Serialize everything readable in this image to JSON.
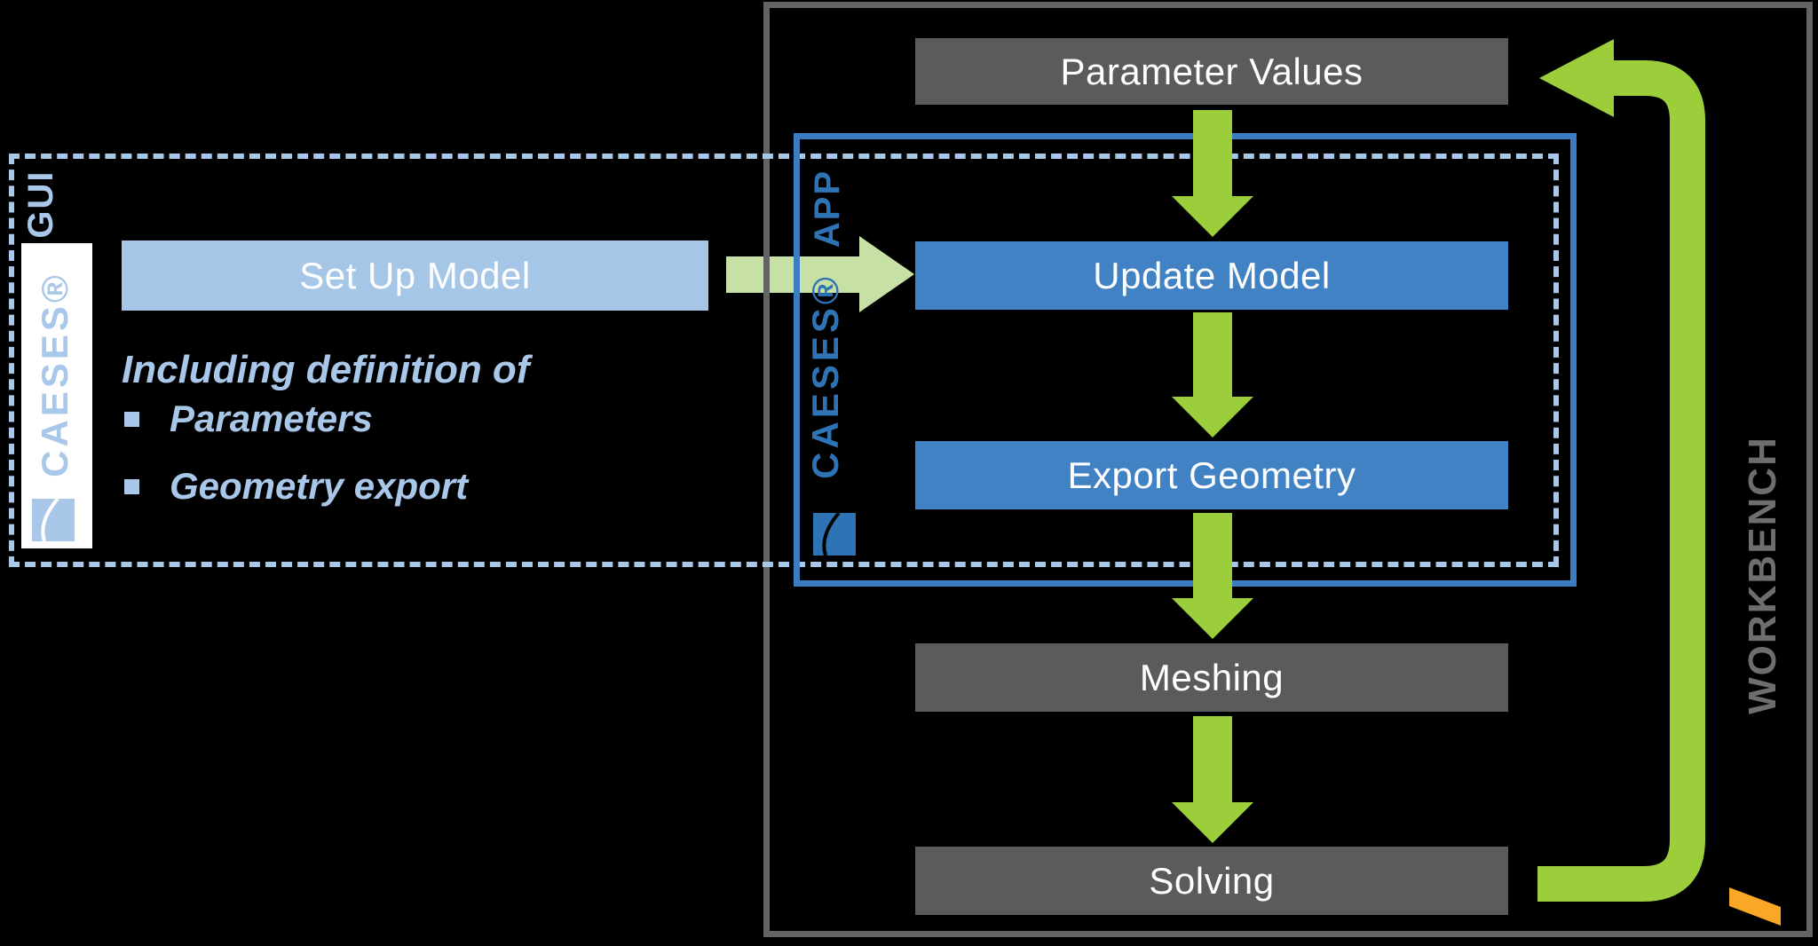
{
  "colors": {
    "bg": "#000000",
    "gray_box": "#5B5B5B",
    "gray_border": "#636363",
    "gray_text": "#6E6E6E",
    "blue_box": "#4182C4",
    "blue_border": "#3C7DC2",
    "brand_blue": "#2E74B5",
    "light_blue": "#A9C7E9",
    "light_blue_box": "#A6C6E8",
    "green": "#9CCE3B",
    "light_green": "#C6E0A5",
    "orange": "#F9A825"
  },
  "gui": {
    "brand": "CAESES®",
    "label": "GUI",
    "setup_box_label": "Set Up Model",
    "note": "Including definition of",
    "bullets": [
      "Parameters",
      "Geometry export"
    ]
  },
  "app": {
    "brand": "CAESES®",
    "label": "APP",
    "update_box_label": "Update Model",
    "export_box_label": "Export Geometry"
  },
  "workbench": {
    "label": "WORKBENCH",
    "parameter_box_label": "Parameter Values",
    "meshing_box_label": "Meshing",
    "solving_box_label": "Solving"
  }
}
